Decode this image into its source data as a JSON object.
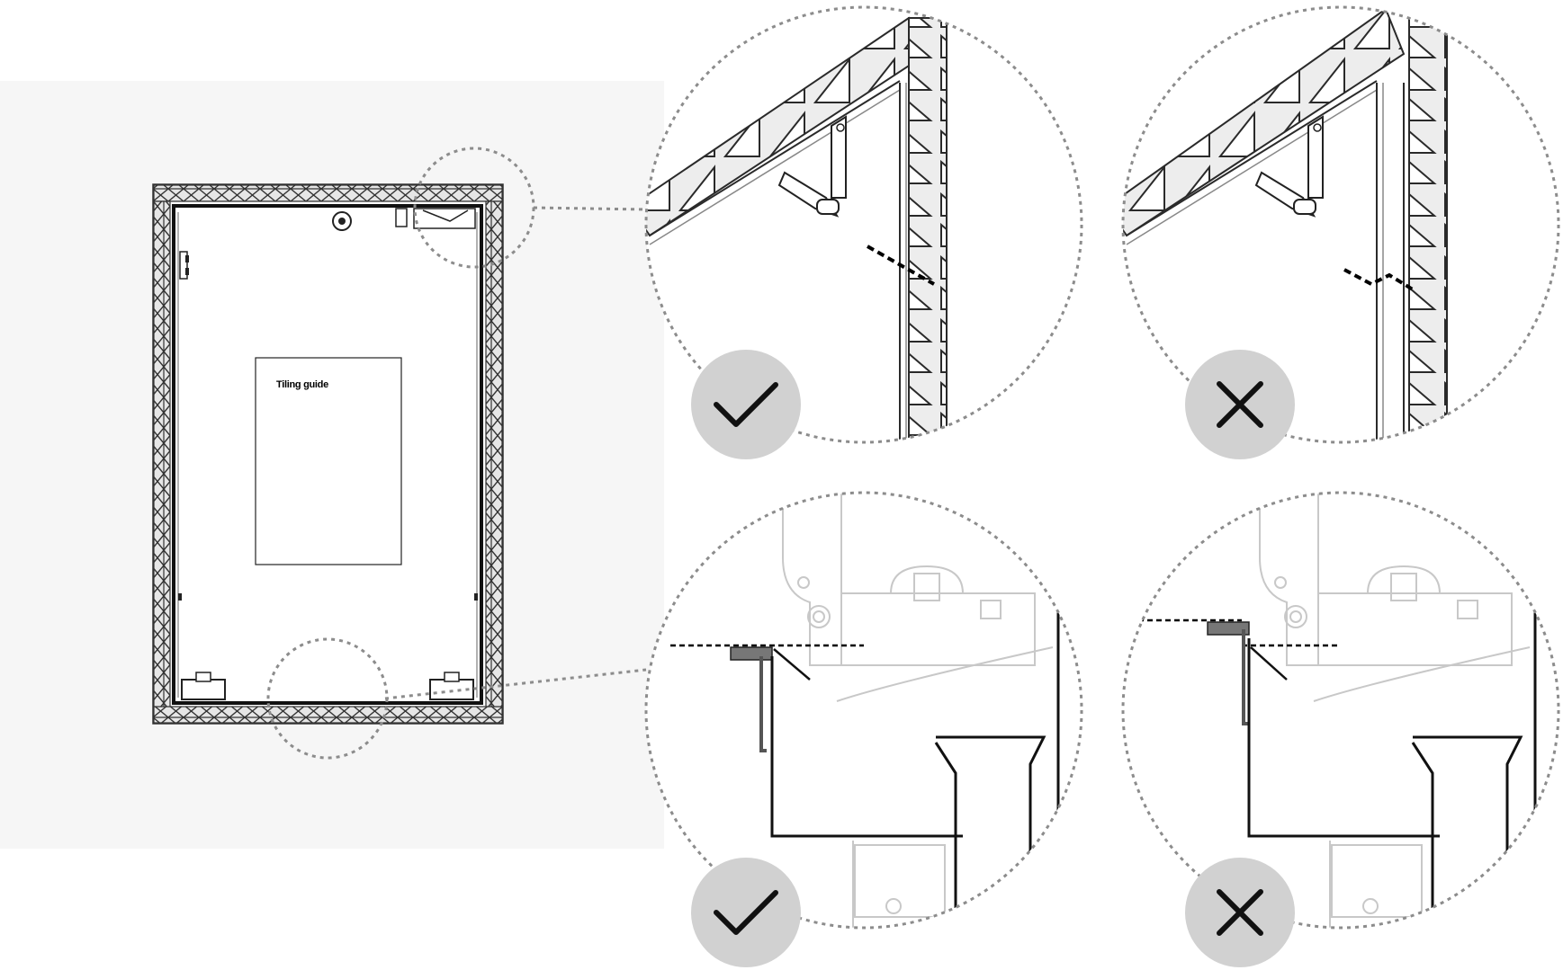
{
  "diagram": {
    "overview": {
      "label": "Tiling guide"
    },
    "details": [
      {
        "id": "top-correct",
        "verdict": "correct",
        "icon": "check-icon"
      },
      {
        "id": "top-incorrect",
        "verdict": "incorrect",
        "icon": "cross-icon"
      },
      {
        "id": "bottom-correct",
        "verdict": "correct",
        "icon": "check-icon"
      },
      {
        "id": "bottom-incorrect",
        "verdict": "incorrect",
        "icon": "cross-icon"
      }
    ]
  },
  "colors": {
    "panel_background": "#f6f6f6",
    "frame_fill": "#e6e6e6",
    "frame_stroke": "#444444",
    "dashed_circle": "#8c8c8c",
    "badge_fill": "#d1d1d1",
    "ghost_lines": "#c8c8c8",
    "foreground_lines": "#1a1a1a"
  }
}
